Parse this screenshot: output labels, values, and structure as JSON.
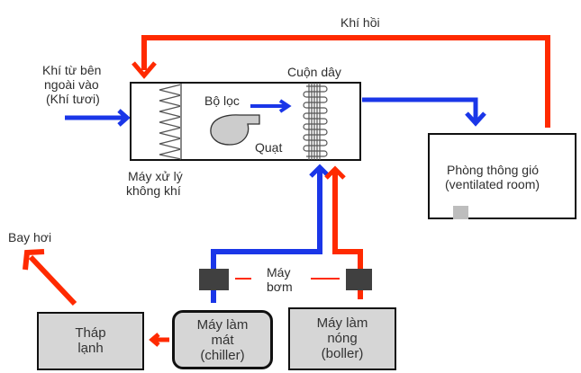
{
  "diagram": {
    "title": "HVAC air handling system",
    "colors": {
      "supply": "#1a36e8",
      "return": "#ff2a00",
      "box_fill": "#d6d6d6",
      "pump": "#404040"
    },
    "labels": {
      "return_air": "Khí hồi",
      "fresh_air_1": "Khí từ bên",
      "fresh_air_2": "ngoài vào",
      "fresh_air_3": "(Khí tươi)",
      "coil": "Cuộn dây",
      "filter": "Bộ lọc",
      "fan": "Quạt",
      "ahu_1": "Máy xử lý",
      "ahu_2": "không khí",
      "room_1": "Phòng thông gió",
      "room_2": "(ventilated room)",
      "evaporation": "Bay hơi",
      "pump_1": "Máy",
      "pump_2": "bơm",
      "tower_1": "Tháp",
      "tower_2": "lạnh",
      "chiller_1": "Máy làm",
      "chiller_2": "mát",
      "chiller_3": "(chiller)",
      "boiler_1": "Máy làm",
      "boiler_2": "nóng",
      "boiler_3": "(boller)"
    }
  }
}
